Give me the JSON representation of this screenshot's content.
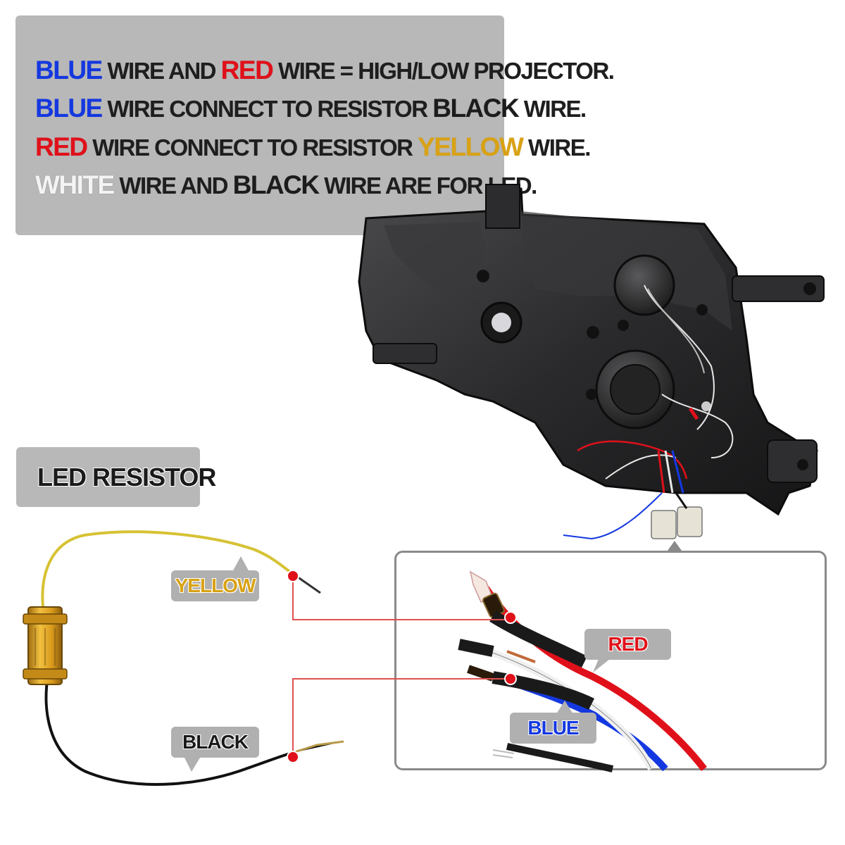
{
  "info": {
    "line1": {
      "blue": "BLUE",
      "a": " WIRE AND ",
      "red": "RED",
      "b": " WIRE = HIGH/LOW PROJECTOR."
    },
    "line2": {
      "blue": "BLUE",
      "a": " WIRE CONNECT TO RESISTOR ",
      "black": "BLACK",
      "b": " WIRE."
    },
    "line3": {
      "red": "RED",
      "a": " WIRE CONNECT TO RESISTOR ",
      "yellow": "YELLOW",
      "b": " WIRE."
    },
    "line4": {
      "white": "WHITE",
      "a": " WIRE AND ",
      "black": "BLACK",
      "b": " WIRE ARE FOR LED."
    }
  },
  "led_resistor_title": "LED  RESISTOR",
  "labels": {
    "yellow": "YELLOW",
    "black": "BLACK",
    "red": "RED",
    "blue": "BLUE"
  },
  "colors": {
    "blue": "#1438e0",
    "red": "#e0101a",
    "yellow": "#d9a214",
    "panel": "#b8b8b8",
    "connector_line": "#e05050"
  }
}
